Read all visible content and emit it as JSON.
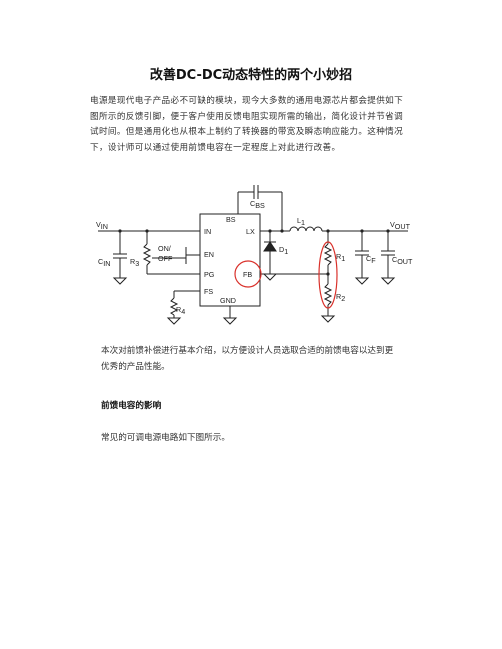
{
  "title": "改善DC-DC动态特性的两个小妙招",
  "intro": "电源是现代电子产品必不可缺的模块，现今大多数的通用电源芯片都会提供如下图所示的反馈引脚，便于客户使用反馈电阻实现所需的输出，简化设计并节省调试时间。但是通用化也从根本上制约了转换器的带宽及瞬态响应能力。这种情况下，设计师可以通过使用前馈电容在一定程度上对此进行改善。",
  "circuit": {
    "vin": "V",
    "vin_sub": "IN",
    "vout": "V",
    "vout_sub": "OUT",
    "cin": "C",
    "cin_sub": "IN",
    "cbs": "C",
    "cbs_sub": "BS",
    "l1": "L",
    "l1_sub": "1",
    "d1": "D",
    "d1_sub": "1",
    "r1": "R",
    "r1_sub": "1",
    "r2": "R",
    "r2_sub": "2",
    "r3": "R",
    "r3_sub": "3",
    "r4": "R",
    "r4_sub": "4",
    "cf": "C",
    "cf_sub": "F",
    "cout": "C",
    "cout_sub": "OUT",
    "switch_label_1": "ON/",
    "switch_label_2": "OFF",
    "pins": {
      "bs": "BS",
      "in": "IN",
      "lx": "LX",
      "en": "EN",
      "pg": "PG",
      "fb": "FB",
      "fs": "FS",
      "gnd": "GND"
    },
    "highlight_color": "#d9312b"
  },
  "intro2": "本次对前馈补偿进行基本介绍，以方便设计人员选取合适的前馈电容以达到更优秀的产品性能。",
  "section_heading": "前馈电容的影响",
  "section_text": "常见的可调电源电路如下图所示。"
}
